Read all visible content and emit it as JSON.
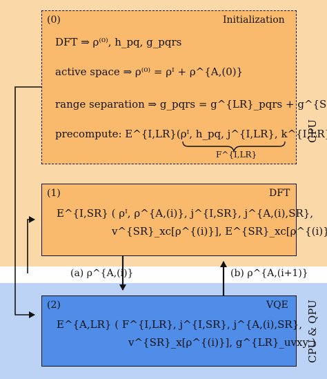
{
  "colors": {
    "cpu_band": "#fbd8a8",
    "qpu_band": "#bcd3f6",
    "init_box": "#f9ba6d",
    "dft_box": "#f9ba6d",
    "vqe_box": "#4f8de9",
    "line": "#111111"
  },
  "bands": {
    "cpu_label": "CPU",
    "qpu_label": "CPU & QPU"
  },
  "init": {
    "tag": "(0)",
    "title": "Initialization",
    "line1": "DFT ⇒ ρ⁽⁰⁾, h_pq, g_pqrs",
    "line2": "active space ⇒ ρ⁽⁰⁾ = ρᴵ + ρ^{A,(0)}",
    "line3": "range separation ⇒ g_pqrs = g^{LR}_pqrs + g^{SR}_pqrs",
    "line4": "precompute: E^{I,LR}(ρᴵ, h_pq, j^{I,LR}, k^{I,LR})",
    "brace_label": "F^{I,LR}"
  },
  "dft": {
    "tag": "(1)",
    "title": "DFT",
    "line1": "E^{I,SR} ( ρᴵ, ρ^{A,(i)}, j^{I,SR}, j^{A,(i),SR},",
    "line2": "v^{SR}_xc[ρ^{(i)}], E^{SR}_xc[ρ^{(i)}] )"
  },
  "vqe": {
    "tag": "(2)",
    "title": "VQE",
    "line1": "E^{A,LR} ( F^{I,LR}, j^{I,SR}, j^{A,(i),SR},",
    "line2": "v^{SR}_x[ρ^{(i)}], g^{LR}_uvxy )"
  },
  "arrows": {
    "down_label": "(a) ρ^{A,(i)}",
    "up_label": "(b) ρ^{A,(i+1)}"
  }
}
